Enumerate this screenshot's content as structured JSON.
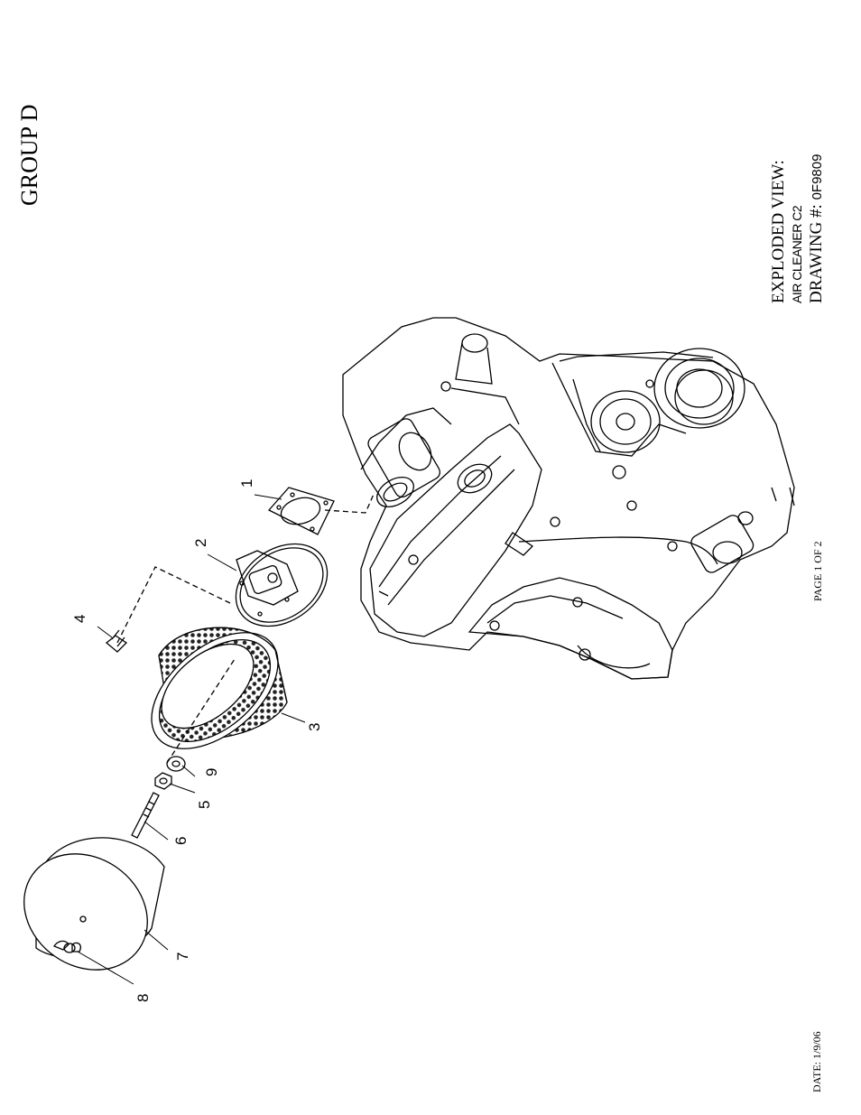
{
  "header": {
    "group_title": "GROUP D"
  },
  "title_block": {
    "line1": "EXPLODED VIEW:",
    "line2": "AIR CLEANER C2",
    "line3_label": "DRAWING #:",
    "line3_value": "0F9809"
  },
  "footer": {
    "page": "PAGE 1 OF 2",
    "date": "DATE:  1/9/06"
  },
  "callouts": [
    {
      "id": "1",
      "label": "1"
    },
    {
      "id": "2",
      "label": "2"
    },
    {
      "id": "3",
      "label": "3"
    },
    {
      "id": "4",
      "label": "4"
    },
    {
      "id": "5",
      "label": "5"
    },
    {
      "id": "6",
      "label": "6"
    },
    {
      "id": "7",
      "label": "7"
    },
    {
      "id": "8",
      "label": "8"
    },
    {
      "id": "9",
      "label": "9"
    }
  ]
}
